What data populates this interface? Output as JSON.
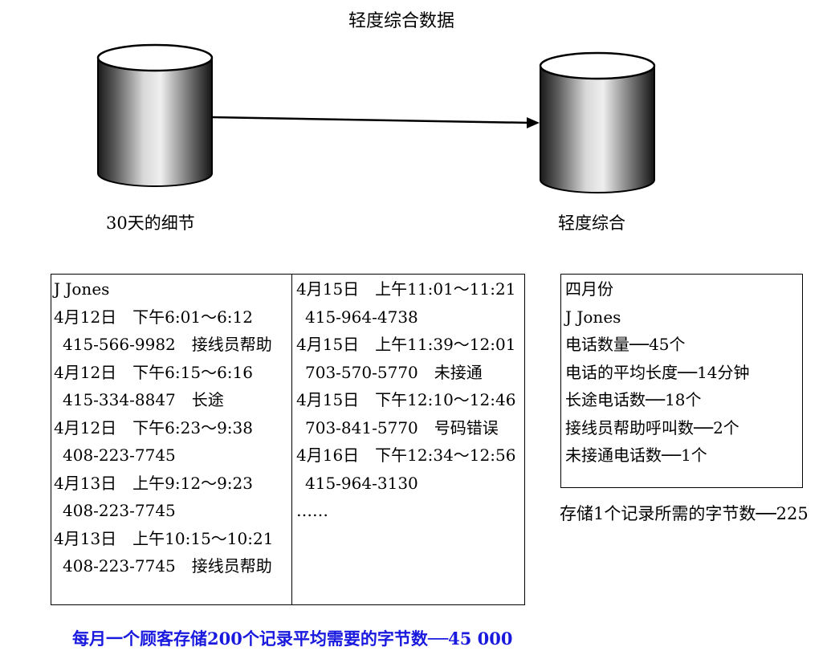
{
  "title": "轻度综合数据",
  "left_cylinder_label": "30天的细节",
  "right_cylinder_label": "轻度综合",
  "detail_col1": [
    {
      "text": "J Jones",
      "indent": false
    },
    {
      "text": "4月12日　下午6:01～6:12",
      "indent": false
    },
    {
      "text": "415-566-9982　接线员帮助",
      "indent": true
    },
    {
      "text": "4月12日　下午6:15～6:16",
      "indent": false
    },
    {
      "text": "415-334-8847　长途",
      "indent": true
    },
    {
      "text": "4月12日　下午6:23～9:38",
      "indent": false
    },
    {
      "text": "408-223-7745",
      "indent": true
    },
    {
      "text": "4月13日　上午9:12～9:23",
      "indent": false
    },
    {
      "text": "408-223-7745",
      "indent": true
    },
    {
      "text": "4月13日　上午10:15～10:21",
      "indent": false
    },
    {
      "text": "408-223-7745　接线员帮助",
      "indent": true
    }
  ],
  "detail_col2": [
    {
      "text": "4月15日　上午11:01～11:21",
      "indent": false
    },
    {
      "text": "415-964-4738",
      "indent": true
    },
    {
      "text": "4月15日　上午11:39～12:01",
      "indent": false
    },
    {
      "text": "703-570-5770　未接通",
      "indent": true
    },
    {
      "text": "4月15日　下午12:10～12:46",
      "indent": false
    },
    {
      "text": "703-841-5770　号码错误",
      "indent": true
    },
    {
      "text": "4月16日　下午12:34～12:56",
      "indent": false
    },
    {
      "text": "415-964-3130",
      "indent": true
    },
    {
      "text": "……",
      "indent": false
    }
  ],
  "summary": {
    "lines": [
      "四月份",
      "J Jones",
      "电话数量──45个",
      "电话的平均长度──14分钟",
      "长途电话数──18个",
      "接线员帮助呼叫数──2个",
      "未接通电话数──1个"
    ]
  },
  "storage_note": "存储1个记录所需的字节数──225",
  "footer_note": "每月一个顾客存储200个记录平均需要的字节数──45 000",
  "colors": {
    "footer": "#1a1adf"
  }
}
